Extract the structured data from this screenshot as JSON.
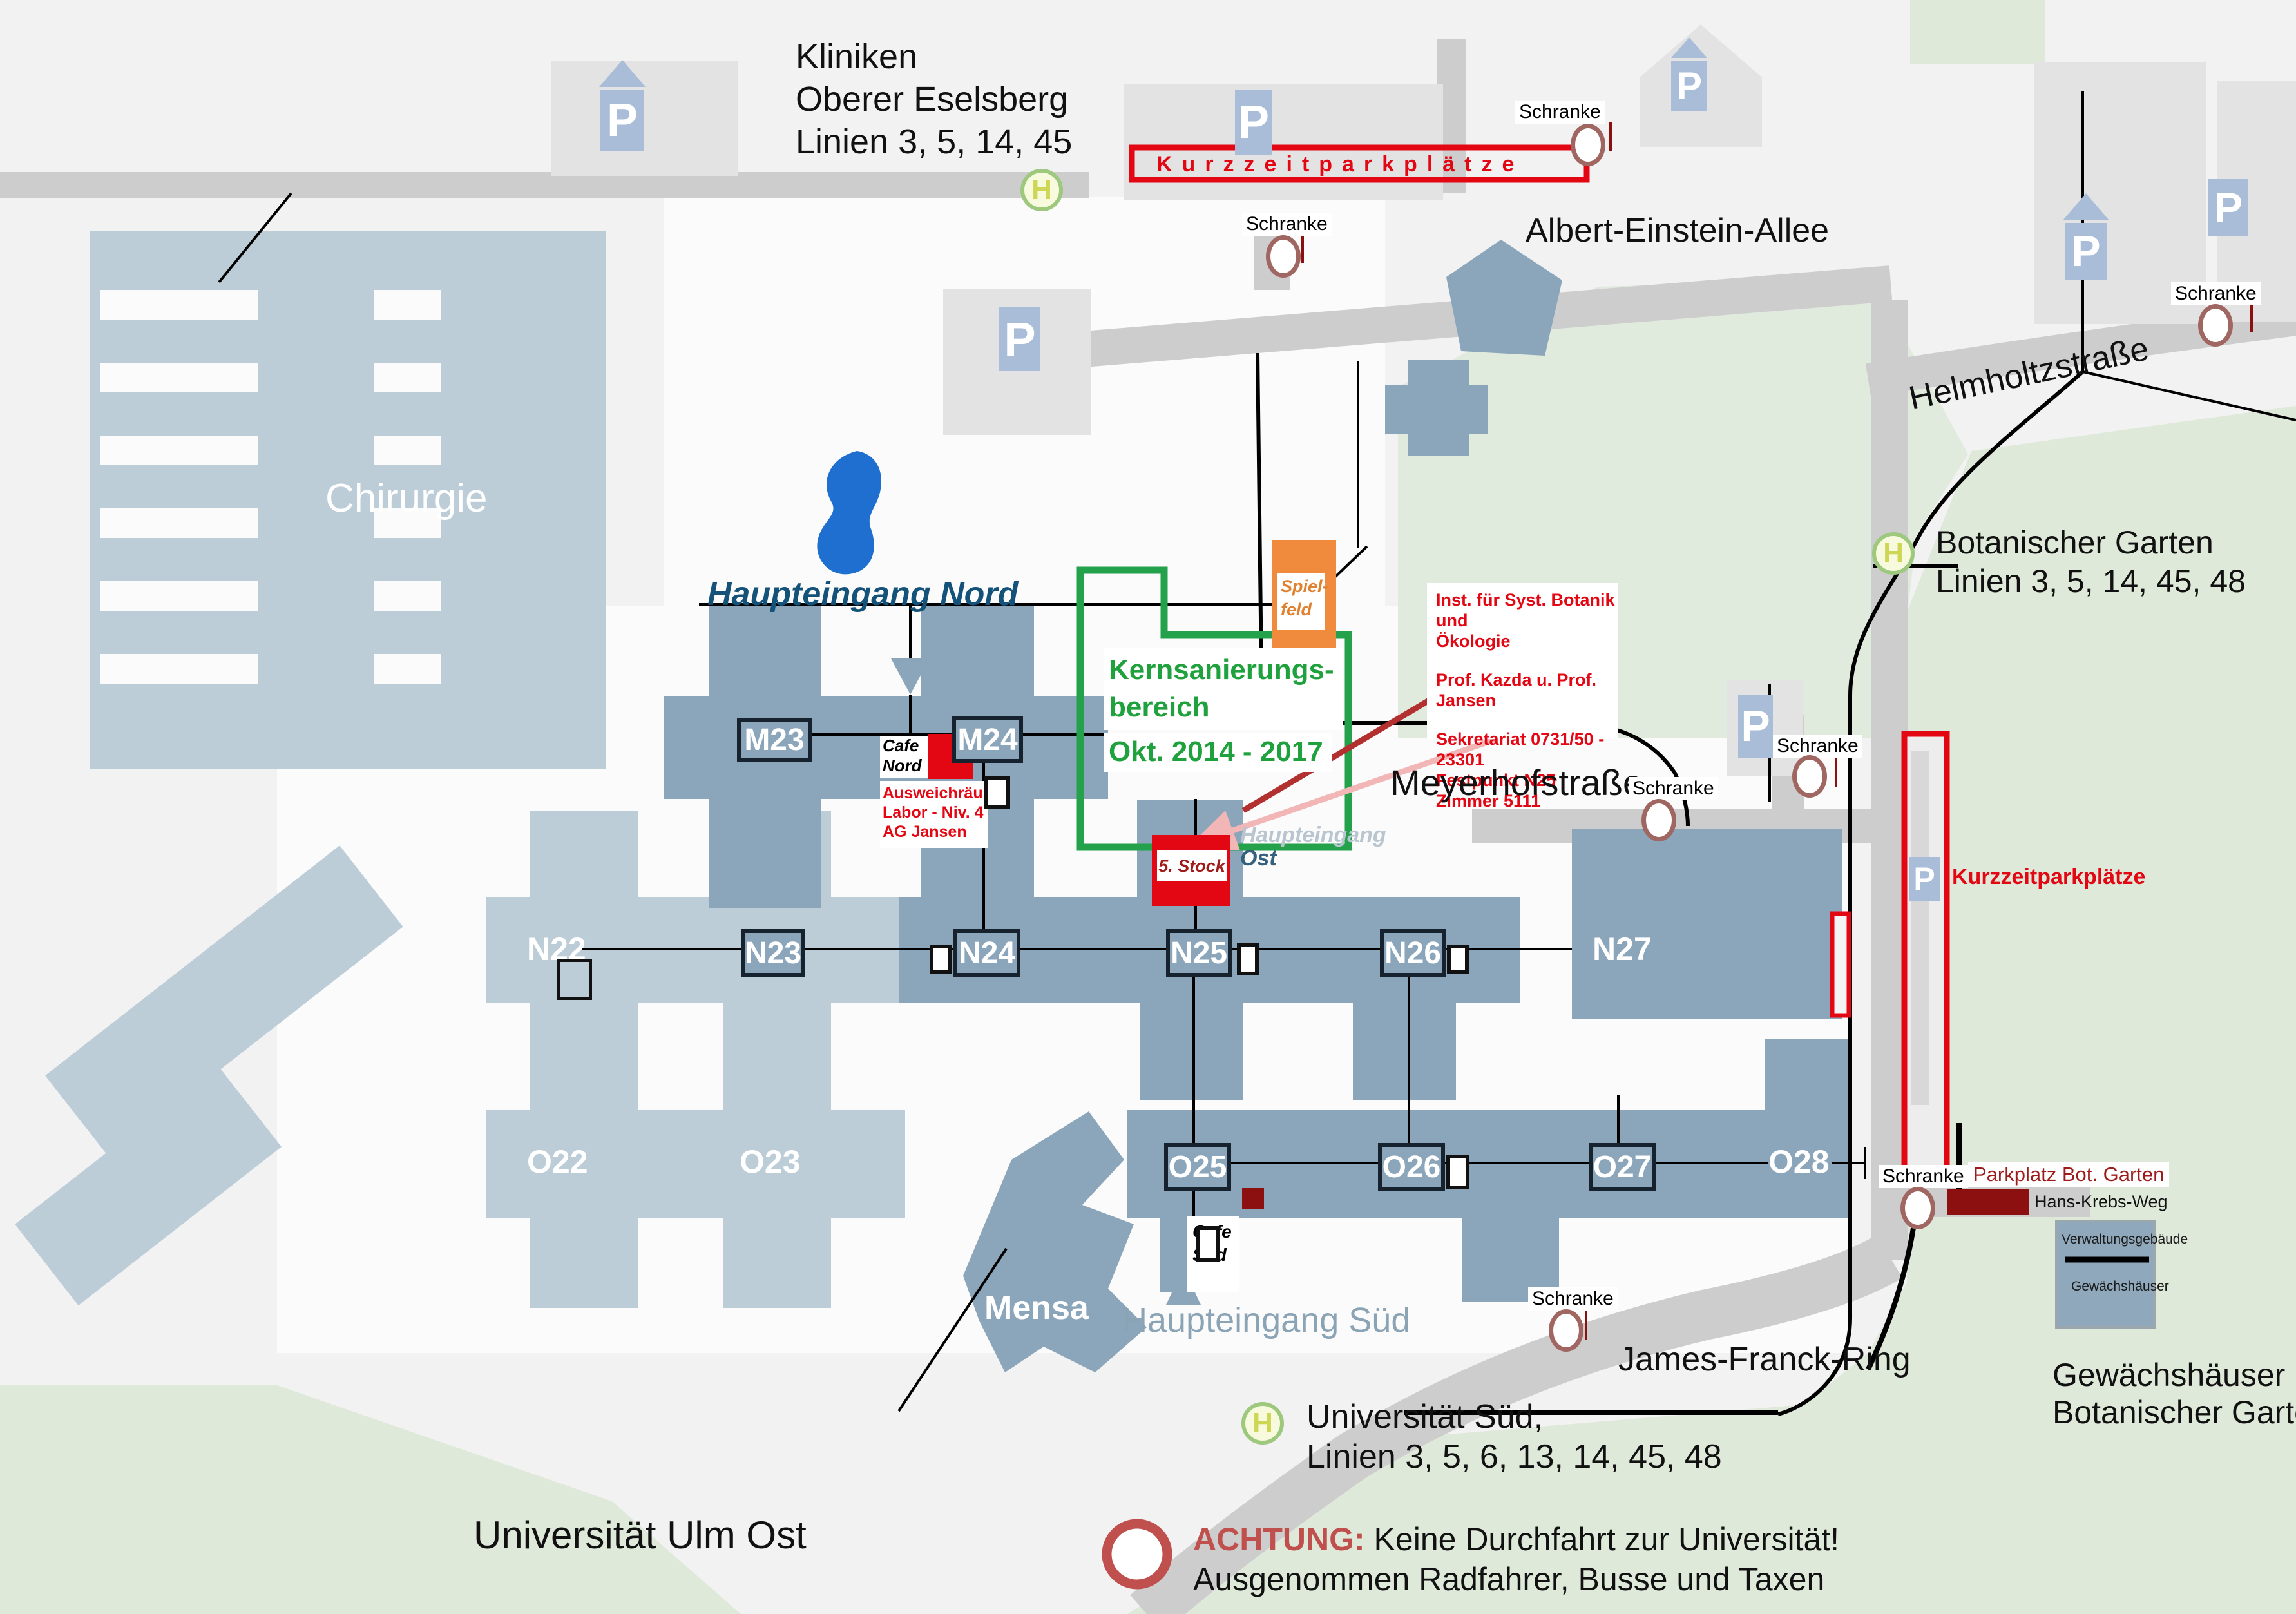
{
  "title": "Universität Ulm Ost",
  "icons": {
    "parking_letter": "P",
    "stop_letter": "H"
  },
  "colors": {
    "accent_red": "#e30613",
    "green_outline": "#23a24b",
    "text_green": "#1fa23d",
    "building_dark": "#8ba6bb",
    "building_light": "#bccdd8",
    "road_gray": "#cdcdcd",
    "green_area": "#dfe9da",
    "pond_blue": "#1e6fd0",
    "dark_red": "#8c1010",
    "achtung_red": "#c0504d",
    "icon_blue": "#a9bdd8"
  },
  "labels": {
    "kliniken": [
      "Kliniken",
      "Oberer Eselsberg",
      "Linien 3, 5, 14, 45"
    ],
    "kurzzeit_top": "Kurzzeitparkplätze",
    "schranke": "Schranke",
    "albert_einstein_allee": "Albert-Einstein-Allee",
    "helmholtzstrasse": "Helmholtzstraße",
    "botanischer_garten": [
      "Botanischer Garten",
      "Linien 3, 5, 14, 45, 48"
    ],
    "chirurgie": "Chirurgie",
    "haupteingang_nord": "Haupteingang Nord",
    "cafe_nord": [
      "Cafe",
      "Nord"
    ],
    "ausweichraeume": [
      "Ausweichräume",
      "Labor - Niv. 4",
      "AG Jansen"
    ],
    "kernsanierung": [
      "Kernsanierungs-",
      "bereich"
    ],
    "kernsanierung_zeit": "Okt. 2014 - 2017",
    "spielfeld": [
      "Spiel-",
      "feld"
    ],
    "inst": [
      "Inst. für Syst. Botanik und",
      "Ökologie",
      "Prof. Kazda u. Prof. Jansen",
      "Sekretariat 0731/50 - 23301",
      "Festpunkt N25",
      "Zimmer 5111"
    ],
    "meyerhofstrasse": "Meyerhofstraße",
    "stock5": "5. Stock",
    "haupteingang_ost": [
      "Haupteingang",
      "Ost"
    ],
    "kurzzeit_right": "Kurzzeitparkplätze",
    "parkplatz_bot": "Parkplatz Bot. Garten",
    "hans_krebs_weg": "Hans-Krebs-Weg",
    "verwaltung": "Verwaltungsgebäude",
    "gewaechshaeuser": "Gewächshäuser",
    "gewaechshaeuser_bot": [
      "Gewächshäuser",
      "Botanischer Garten"
    ],
    "mensa": "Mensa",
    "haupteingang_sued": "Haupteingang Süd",
    "cafe_sued": [
      "Cafe",
      "Süd"
    ],
    "james_franck_ring": "James-Franck-Ring",
    "universitaet_sued": [
      "Universität Süd,",
      "Linien 3, 5, 6, 13, 14, 45, 48"
    ],
    "universitaet_ulm_ost": "Universität Ulm Ost",
    "achtung_head": "ACHTUNG:",
    "achtung_line1": "Keine Durchfahrt zur Universität!",
    "achtung_line2": "Ausgenommen Radfahrer, Busse und Taxen"
  },
  "buildings": {
    "m23": "M23",
    "m24": "M24",
    "n22": "N22",
    "n23": "N23",
    "n24": "N24",
    "n25": "N25",
    "n26": "N26",
    "n27": "N27",
    "o22": "O22",
    "o23": "O23",
    "o25": "O25",
    "o26": "O26",
    "o27": "O27",
    "o28": "O28"
  }
}
